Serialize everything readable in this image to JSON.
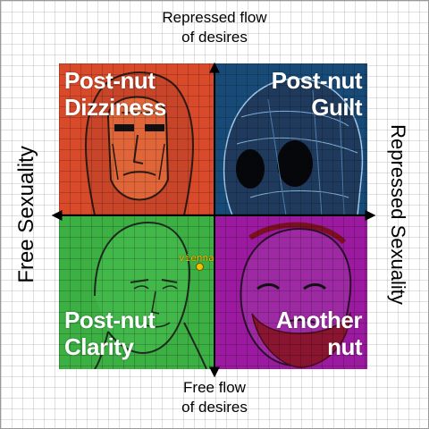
{
  "axes": {
    "top_line1": "Repressed flow",
    "top_line2": "of desires",
    "bottom_line1": "Free flow",
    "bottom_line2": "of desires",
    "left": "Free Sexuality",
    "right": "Repressed Sexuality"
  },
  "quadrants": {
    "top_left": {
      "line1": "Post-nut",
      "line2": "Dizziness",
      "color": "#d94a2a"
    },
    "top_right": {
      "line1": "Post-nut",
      "line2": "Guilt",
      "color": "#184a78"
    },
    "bottom_left": {
      "line1": "Post-nut",
      "line2": "Clarity",
      "color": "#3cb043"
    },
    "bottom_right": {
      "line1": "Another",
      "line2": "nut",
      "color": "#9b1aa0"
    }
  },
  "marker": {
    "label": "vienna",
    "color": "#f2c200"
  }
}
